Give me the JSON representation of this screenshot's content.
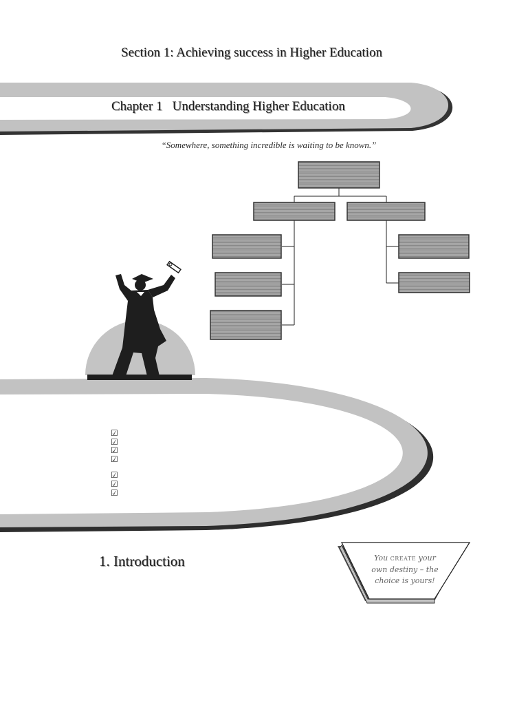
{
  "section_title": "Section 1: Achieving success in Higher Education",
  "chapter": {
    "number": "Chapter 1",
    "title": "Understanding Higher Education"
  },
  "quote": "“Somewhere, something incredible is waiting to be known.”",
  "checklist": {
    "group_one": [
      "☑",
      "☑",
      "☑",
      "☑"
    ],
    "group_two": [
      "☑",
      "☑",
      "☑"
    ]
  },
  "introduction_heading": "1. Introduction",
  "motto": {
    "part1": "You ",
    "part2": "CREATE",
    "part3": " your own destiny – the choice is yours!"
  },
  "colors": {
    "band_fill": "#c2c2c2",
    "band_shadow": "#3a3a3a",
    "org_box_fill": "#a4a4a4",
    "org_box_line": "#6a6a6a",
    "figure": "#1e1e1e",
    "halo": "#c4c4c4"
  },
  "icons": [
    "graduate-figure",
    "diploma-scroll",
    "checkbox-checked-icon"
  ]
}
